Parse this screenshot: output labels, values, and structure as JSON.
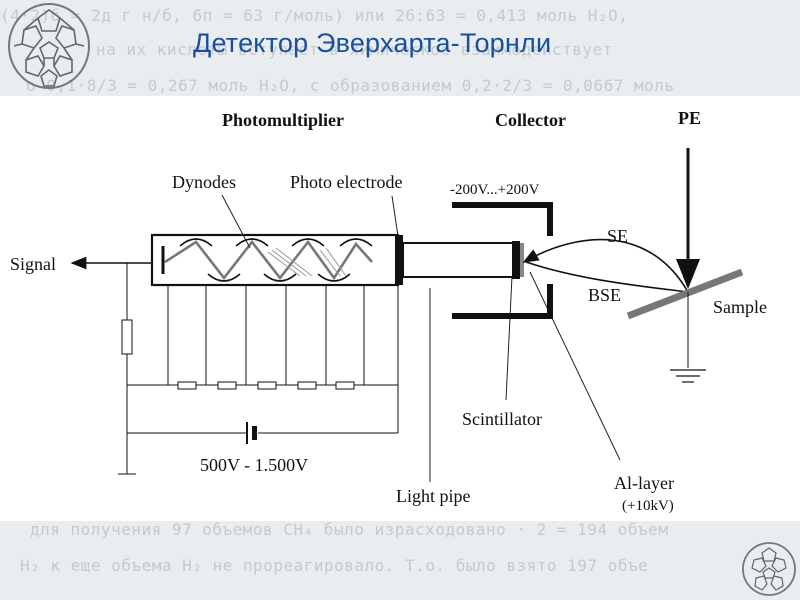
{
  "slide": {
    "title": "Детектор Эверхарта-Торнли",
    "background_text": [
      "(4·2)б = 2д г н/б, 6п = 63 г/моль) или 26:63 = 0,413 моль H₂O,",
      "на их кислоты вступает в химическое взаимодействует",
      "о 0,1·8/3 = 0,267 моль H₂O, с образованием 0,2·2/3 = 0,0667 моль",
      "для получения 97 объемов CH₄ было израсходовано · 2 = 194 объем",
      "H₂ к еще объема H₂ не прореагировало. Т.о. было взято 197 объе"
    ],
    "accent_color": "#1a4f9e"
  },
  "diagram": {
    "labels": {
      "photomultiplier": "Photomultiplier",
      "collector": "Collector",
      "pe": "PE",
      "dynodes": "Dynodes",
      "photo_electrode": "Photo electrode",
      "voltage_range": "-200V...+200V",
      "se": "SE",
      "bse": "BSE",
      "sample": "Sample",
      "signal": "Signal",
      "scintillator": "Scintillator",
      "supply_voltage": "500V - 1.500V",
      "light_pipe": "Light pipe",
      "al_layer": "Al-layer",
      "al_layer_voltage": "(+10kV)"
    }
  }
}
